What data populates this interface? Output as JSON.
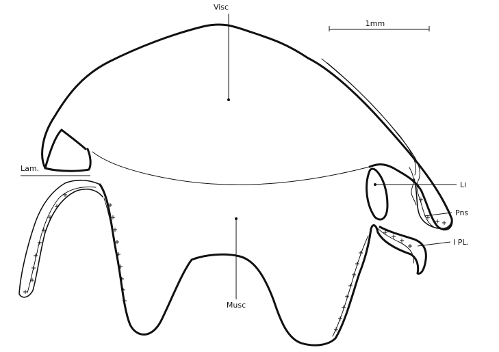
{
  "scale_bar": {
    "label": "1mm"
  },
  "labels": {
    "visc": "Visc",
    "musc": "Musc",
    "lam": "Lam.",
    "li": "Li",
    "pns": "Pns",
    "ipl": "I PL."
  }
}
